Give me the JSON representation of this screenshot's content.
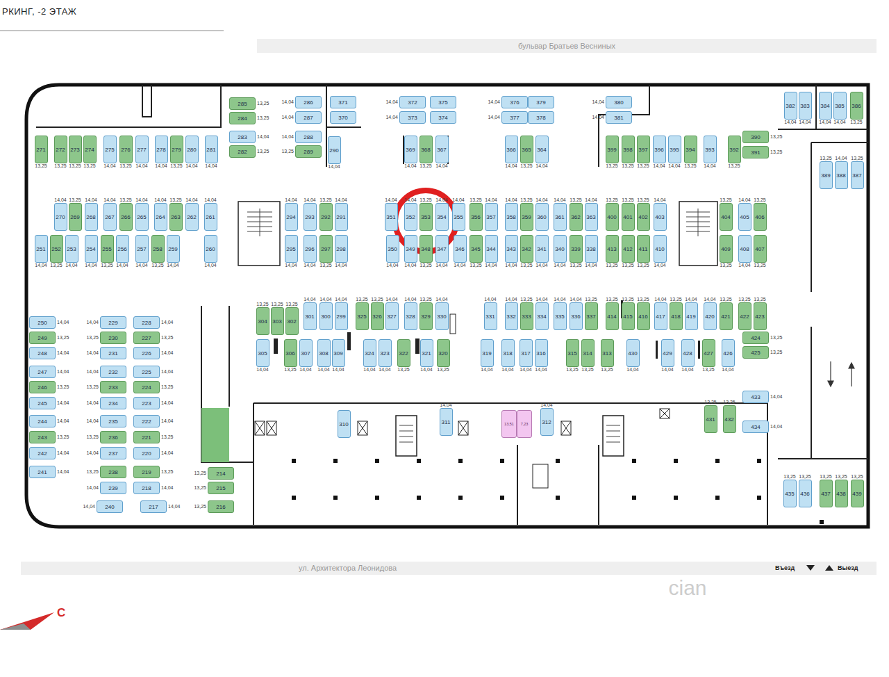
{
  "diagram": {
    "title": "РКИНГ, -2 ЭТАЖ",
    "nodes": [
      {
        "text": [
          "285",
          "13,25"
        ]
      },
      {
        "text": [
          "284",
          "13,25"
        ]
      },
      {
        "text": [
          "283",
          "14,04"
        ]
      },
      {
        "text": [
          "282",
          "13,25"
        ]
      },
      {
        "text": [
          "286",
          "14,04"
        ]
      },
      {
        "text": [
          "287",
          "14,04"
        ]
      },
      {
        "text": [
          "288",
          "14,04"
        ]
      },
      {
        "text": [
          "289",
          "13,25"
        ]
      },
      {
        "text": [
          "371"
        ]
      },
      {
        "text": [
          "370"
        ]
      },
      {
        "text": [
          "290",
          "14,04"
        ]
      },
      {
        "text": [
          "372",
          "14,04"
        ]
      },
      {
        "text": [
          "373",
          "14,04"
        ]
      },
      {
        "text": [
          "375"
        ]
      },
      {
        "text": [
          "374"
        ]
      },
      {
        "text": [
          "376",
          "14,04"
        ]
      },
      {
        "text": [
          "377",
          "14,04"
        ]
      },
      {
        "text": [
          "379"
        ]
      },
      {
        "text": [
          "378"
        ]
      },
      {
        "text": [
          "380",
          "14,04"
        ]
      },
      {
        "text": [
          "381",
          "14,04"
        ]
      },
      {
        "text": [
          "382",
          "14,04"
        ]
      },
      {
        "text": [
          "383",
          "14,04"
        ]
      },
      {
        "text": [
          "384",
          "14,04"
        ]
      },
      {
        "text": [
          "385",
          "14,04"
        ]
      },
      {
        "text": [
          "386",
          "13,25"
        ]
      },
      {
        "text": [
          "271",
          "13,25"
        ]
      },
      {
        "text": [
          "272",
          "13,25"
        ]
      },
      {
        "text": [
          "273",
          "13,25"
        ]
      },
      {
        "text": [
          "274",
          "13,25"
        ]
      },
      {
        "text": [
          "275",
          "14,04"
        ]
      },
      {
        "text": [
          "276",
          "13,25"
        ]
      },
      {
        "text": [
          "277",
          "14,04"
        ]
      },
      {
        "text": [
          "278",
          "14,04"
        ]
      },
      {
        "text": [
          "279",
          "13,25"
        ]
      },
      {
        "text": [
          "280",
          "14,04"
        ]
      },
      {
        "text": [
          "281",
          "14,04"
        ]
      },
      {
        "text": [
          "369",
          "14,04"
        ]
      },
      {
        "text": [
          "368",
          "13,25"
        ]
      },
      {
        "text": [
          "367",
          "14,04"
        ]
      },
      {
        "text": [
          "366",
          "14,04"
        ]
      },
      {
        "text": [
          "365",
          "13,25"
        ]
      },
      {
        "text": [
          "364",
          "14,04"
        ]
      },
      {
        "text": [
          "399",
          "13,25"
        ]
      },
      {
        "text": [
          "398",
          "13,25"
        ]
      },
      {
        "text": [
          "397",
          "13,25"
        ]
      },
      {
        "text": [
          "396",
          "14,04"
        ]
      },
      {
        "text": [
          "395",
          "14,04"
        ]
      },
      {
        "text": [
          "394",
          "13,25"
        ]
      },
      {
        "text": [
          "393",
          "14,04"
        ]
      },
      {
        "text": [
          "392",
          "13,25"
        ]
      },
      {
        "text": [
          "390",
          "13,25"
        ]
      },
      {
        "text": [
          "391",
          "13,25"
        ]
      },
      {
        "text": [
          "389",
          "13,25"
        ]
      },
      {
        "text": [
          "388",
          "14,04"
        ]
      },
      {
        "text": [
          "387",
          "13,25"
        ]
      },
      {
        "text": [
          "270",
          "14,04"
        ]
      },
      {
        "text": [
          "269",
          "13,25"
        ]
      },
      {
        "text": [
          "268",
          "14,04"
        ]
      },
      {
        "text": [
          "267",
          "14,04"
        ]
      },
      {
        "text": [
          "266",
          "13,25"
        ]
      },
      {
        "text": [
          "265",
          "14,04"
        ]
      },
      {
        "text": [
          "264",
          "14,04"
        ]
      },
      {
        "text": [
          "263",
          "13,25"
        ]
      },
      {
        "text": [
          "262",
          "14,04"
        ]
      },
      {
        "text": [
          "261",
          "14,04"
        ]
      },
      {
        "text": [
          "294",
          "14,04"
        ]
      },
      {
        "text": [
          "293",
          "14,04"
        ]
      },
      {
        "text": [
          "292",
          "13,25"
        ]
      },
      {
        "text": [
          "291",
          "14,04"
        ]
      },
      {
        "text": [
          "351",
          "14,04"
        ]
      },
      {
        "text": [
          "352",
          "14,04"
        ]
      },
      {
        "text": [
          "353",
          "13,25"
        ]
      },
      {
        "text": [
          "354",
          "14,04"
        ]
      },
      {
        "text": [
          "355",
          "14,04"
        ]
      },
      {
        "text": [
          "356",
          "13,25"
        ]
      },
      {
        "text": [
          "357",
          "14,04"
        ]
      },
      {
        "text": [
          "358",
          "14,04"
        ]
      },
      {
        "text": [
          "359",
          "13,25"
        ]
      },
      {
        "text": [
          "360",
          "14,04"
        ]
      },
      {
        "text": [
          "361",
          "14,04"
        ]
      },
      {
        "text": [
          "362",
          "13,25"
        ]
      },
      {
        "text": [
          "363",
          "14,04"
        ]
      },
      {
        "text": [
          "400",
          "13,25"
        ]
      },
      {
        "text": [
          "401",
          "13,25"
        ]
      },
      {
        "text": [
          "402",
          "13,25"
        ]
      },
      {
        "text": [
          "403",
          "14,04"
        ]
      },
      {
        "text": [
          "404",
          "13,25"
        ]
      },
      {
        "text": [
          "405",
          "14,04"
        ]
      },
      {
        "text": [
          "406",
          "13,25"
        ]
      },
      {
        "text": [
          "251",
          "14,04"
        ]
      },
      {
        "text": [
          "252",
          "13,25"
        ]
      },
      {
        "text": [
          "253",
          "14,04"
        ]
      },
      {
        "text": [
          "254",
          "14,04"
        ]
      },
      {
        "text": [
          "255",
          "13,25"
        ]
      },
      {
        "text": [
          "256",
          "14,04"
        ]
      },
      {
        "text": [
          "257",
          "14,04"
        ]
      },
      {
        "text": [
          "258",
          "13,25"
        ]
      },
      {
        "text": [
          "259",
          "14,04"
        ]
      },
      {
        "text": [
          "260",
          "14,04"
        ]
      },
      {
        "text": [
          "295",
          "14,04"
        ]
      },
      {
        "text": [
          "296",
          "14,04"
        ]
      },
      {
        "text": [
          "297",
          "13,25"
        ]
      },
      {
        "text": [
          "298",
          "14,04"
        ]
      },
      {
        "text": [
          "350",
          "14,04"
        ]
      },
      {
        "text": [
          "349",
          "14,04"
        ]
      },
      {
        "text": [
          "348",
          "13,25"
        ]
      },
      {
        "text": [
          "347",
          "14,04"
        ]
      },
      {
        "text": [
          "346",
          "14,04"
        ]
      },
      {
        "text": [
          "345",
          "13,25"
        ]
      },
      {
        "text": [
          "344",
          "14,04"
        ]
      },
      {
        "text": [
          "343",
          "14,04"
        ]
      },
      {
        "text": [
          "342",
          "13,25"
        ]
      },
      {
        "text": [
          "341",
          "14,04"
        ]
      },
      {
        "text": [
          "340",
          "14,04"
        ]
      },
      {
        "text": [
          "339",
          "13,25"
        ]
      },
      {
        "text": [
          "338",
          "14,04"
        ]
      },
      {
        "text": [
          "413",
          "13,25"
        ]
      },
      {
        "text": [
          "412",
          "13,25"
        ]
      },
      {
        "text": [
          "411",
          "13,25"
        ]
      },
      {
        "text": [
          "410",
          "14,04"
        ]
      },
      {
        "text": [
          "409",
          "13,25"
        ]
      },
      {
        "text": [
          "408",
          "14,04"
        ]
      },
      {
        "text": [
          "407",
          "13,25"
        ]
      },
      {
        "text": [
          "304",
          "13,25"
        ]
      },
      {
        "text": [
          "303",
          "13,25"
        ]
      },
      {
        "text": [
          "302",
          "13,25"
        ]
      },
      {
        "text": [
          "301",
          "14,04"
        ]
      },
      {
        "text": [
          "300",
          "14,04"
        ]
      },
      {
        "text": [
          "299",
          "14,04"
        ]
      },
      {
        "text": [
          "325",
          "13,25"
        ]
      },
      {
        "text": [
          "326",
          "13,25"
        ]
      },
      {
        "text": [
          "327",
          "14,04"
        ]
      },
      {
        "text": [
          "328",
          "14,04"
        ]
      },
      {
        "text": [
          "329",
          "13,25"
        ]
      },
      {
        "text": [
          "330",
          "14,04"
        ]
      },
      {
        "text": [
          "331",
          "14,04"
        ]
      },
      {
        "text": [
          "332",
          "14,04"
        ]
      },
      {
        "text": [
          "333",
          "13,25"
        ]
      },
      {
        "text": [
          "334",
          "14,04"
        ]
      },
      {
        "text": [
          "335",
          "14,04"
        ]
      },
      {
        "text": [
          "336",
          "14,04"
        ]
      },
      {
        "text": [
          "337",
          "13,25"
        ]
      },
      {
        "text": [
          "414",
          "13,25"
        ]
      },
      {
        "text": [
          "415",
          "13,25"
        ]
      },
      {
        "text": [
          "416",
          "13,25"
        ]
      },
      {
        "text": [
          "417",
          "14,04"
        ]
      },
      {
        "text": [
          "418",
          "13,25"
        ]
      },
      {
        "text": [
          "419",
          "14,04"
        ]
      },
      {
        "text": [
          "420",
          "14,04"
        ]
      },
      {
        "text": [
          "421",
          "13,25"
        ]
      },
      {
        "text": [
          "422",
          "13,25"
        ]
      },
      {
        "text": [
          "423",
          "13,25"
        ]
      },
      {
        "text": [
          "424",
          "13,25"
        ]
      },
      {
        "text": [
          "425",
          "13,25"
        ]
      },
      {
        "text": [
          "305",
          "14,04"
        ]
      },
      {
        "text": [
          "306",
          "13,25"
        ]
      },
      {
        "text": [
          "307",
          "14,04"
        ]
      },
      {
        "text": [
          "308",
          "14,04"
        ]
      },
      {
        "text": [
          "309",
          "14,04"
        ]
      },
      {
        "text": [
          "324",
          "14,04"
        ]
      },
      {
        "text": [
          "323",
          "14,04"
        ]
      },
      {
        "text": [
          "322",
          "13,25"
        ]
      },
      {
        "text": [
          "321",
          "14,04"
        ]
      },
      {
        "text": [
          "320",
          "13,25"
        ]
      },
      {
        "text": [
          "319",
          "14,04"
        ]
      },
      {
        "text": [
          "318",
          "14,04"
        ]
      },
      {
        "text": [
          "317",
          "14,04"
        ]
      },
      {
        "text": [
          "316",
          "14,04"
        ]
      },
      {
        "text": [
          "315",
          "13,25"
        ]
      },
      {
        "text": [
          "314",
          "13,25"
        ]
      },
      {
        "text": [
          "313",
          "13,25"
        ]
      },
      {
        "text": [
          "430",
          "14,04"
        ]
      },
      {
        "text": [
          "429",
          "14,04"
        ]
      },
      {
        "text": [
          "428",
          "14,04"
        ]
      },
      {
        "text": [
          "427",
          "13,25"
        ]
      },
      {
        "text": [
          "426",
          "14,04"
        ]
      },
      {
        "text": [
          "310"
        ]
      },
      {
        "text": [
          "311",
          "14,04"
        ]
      },
      {
        "text": [
          "312",
          "14,04"
        ]
      },
      {
        "text": [
          "431",
          "13,25"
        ]
      },
      {
        "text": [
          "432",
          "13,25"
        ]
      },
      {
        "text": [
          "433",
          "14,04"
        ]
      },
      {
        "text": [
          "434",
          "14,04"
        ]
      },
      {
        "text": [
          "250",
          "14,04"
        ]
      },
      {
        "text": [
          "249",
          "13,25"
        ]
      },
      {
        "text": [
          "248",
          "14,04"
        ]
      },
      {
        "text": [
          "247",
          "14,04"
        ]
      },
      {
        "text": [
          "246",
          "13,25"
        ]
      },
      {
        "text": [
          "245",
          "14,04"
        ]
      },
      {
        "text": [
          "244",
          "14,04"
        ]
      },
      {
        "text": [
          "243",
          "13,25"
        ]
      },
      {
        "text": [
          "242",
          "14,04"
        ]
      },
      {
        "text": [
          "241",
          "14,04"
        ]
      },
      {
        "text": [
          "229",
          "14,04"
        ]
      },
      {
        "text": [
          "230",
          "13,25"
        ]
      },
      {
        "text": [
          "231",
          "14,04"
        ]
      },
      {
        "text": [
          "232",
          "14,04"
        ]
      },
      {
        "text": [
          "233",
          "13,25"
        ]
      },
      {
        "text": [
          "234",
          "14,04"
        ]
      },
      {
        "text": [
          "235",
          "14,04"
        ]
      },
      {
        "text": [
          "236",
          "13,25"
        ]
      },
      {
        "text": [
          "237",
          "14,04"
        ]
      },
      {
        "text": [
          "238",
          "13,25"
        ]
      },
      {
        "text": [
          "239",
          "14,04"
        ]
      },
      {
        "text": [
          "240",
          "14,04"
        ]
      },
      {
        "text": [
          "228",
          "14,04"
        ]
      },
      {
        "text": [
          "227",
          "13,25"
        ]
      },
      {
        "text": [
          "226",
          "14,04"
        ]
      },
      {
        "text": [
          "225",
          "14,04"
        ]
      },
      {
        "text": [
          "224",
          "13,25"
        ]
      },
      {
        "text": [
          "223",
          "14,04"
        ]
      },
      {
        "text": [
          "222",
          "14,04"
        ]
      },
      {
        "text": [
          "221",
          "13,25"
        ]
      },
      {
        "text": [
          "220",
          "14,04"
        ]
      },
      {
        "text": [
          "219",
          "13,25"
        ]
      },
      {
        "text": [
          "218",
          "14,04"
        ]
      },
      {
        "text": [
          "217",
          "14,04"
        ]
      },
      {
        "text": [
          "214",
          "13,25"
        ]
      },
      {
        "text": [
          "215",
          "13,25"
        ]
      },
      {
        "text": [
          "216",
          "13,25"
        ]
      },
      {
        "text": [
          "435",
          "13,25"
        ]
      },
      {
        "text": [
          "436",
          "13,25"
        ]
      },
      {
        "text": [
          "437",
          "13,25"
        ]
      },
      {
        "text": [
          "438",
          "13,25"
        ]
      },
      {
        "text": [
          "439",
          "13,25"
        ]
      },
      {
        "text": [
          "13,51"
        ]
      },
      {
        "text": [
          "7,23"
        ]
      }
    ],
    "labels": [
      "бульвар Братьев Весниных",
      "ул. Архитектора Леонидова",
      "Въезд",
      "Выезд",
      "С",
      "cian"
    ]
  }
}
